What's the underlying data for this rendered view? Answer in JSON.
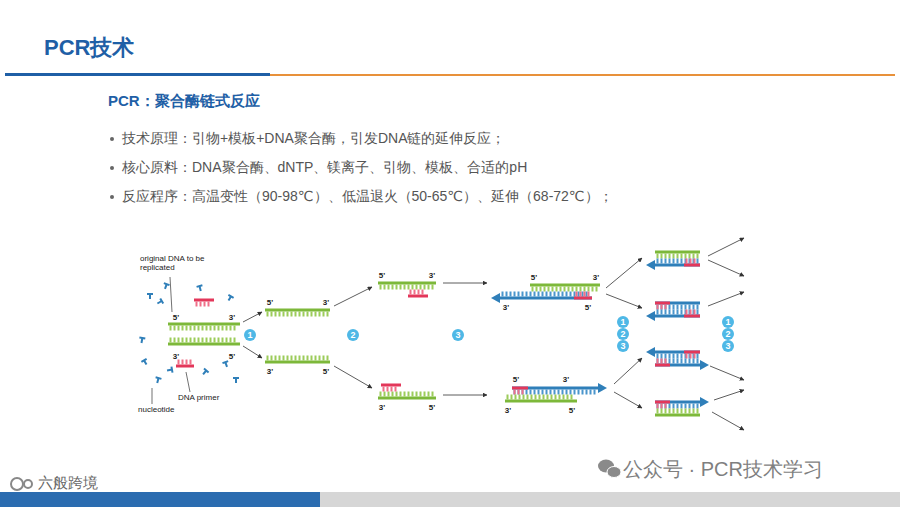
{
  "diagram": {
    "title": "PCR技术",
    "nodes": [
      {
        "text": [
          "1"
        ]
      },
      {
        "text": [
          "2"
        ]
      },
      {
        "text": [
          "3"
        ]
      },
      {
        "text": [
          "1"
        ]
      },
      {
        "text": [
          "2"
        ]
      },
      {
        "text": [
          "3"
        ]
      },
      {
        "text": [
          "1"
        ]
      },
      {
        "text": [
          "2"
        ]
      },
      {
        "text": [
          "3"
        ]
      }
    ],
    "labels": [
      "PCR：聚合酶链式反应",
      "技术原理：引物+模板+DNA聚合酶，引发DNA链的延伸反应；",
      "核心原料：DNA聚合酶、dNTP、镁离子、引物、模板、合适的pH",
      "反应程序：高温变性（90-98℃）、低温退火（50-65℃）、延伸（68-72℃）；",
      "original DNA to be replicated",
      "DNA primer",
      "nucleotide",
      "5'",
      "3'",
      "3'",
      "5'",
      "5'",
      "3'",
      "3'",
      "5'",
      "5'",
      "3'",
      "3'",
      "5'",
      "5'",
      "3'",
      "3'",
      "5'",
      "5'",
      "3'",
      "3'",
      "5'",
      "公众号 · PCR技术学习",
      "六般跨境"
    ]
  }
}
